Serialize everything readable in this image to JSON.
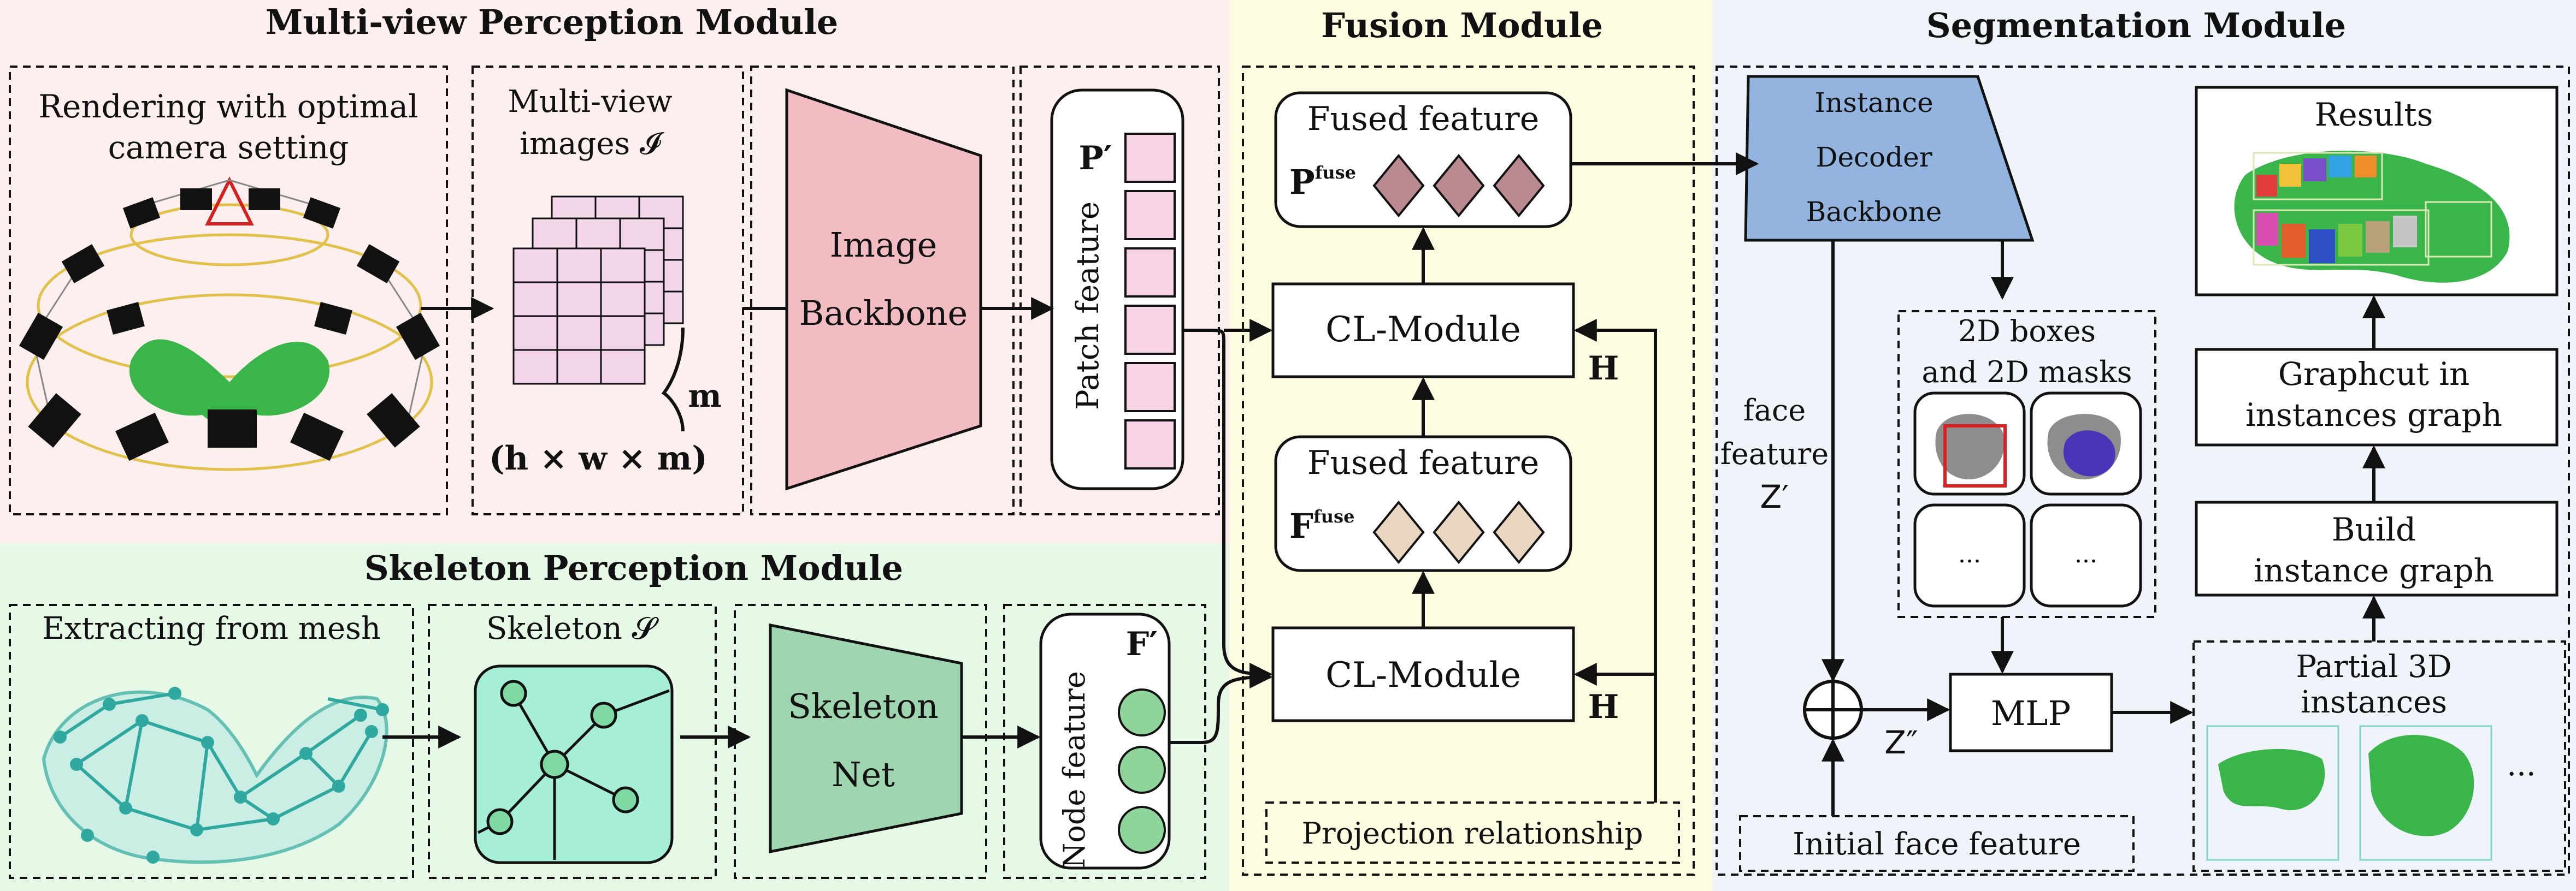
{
  "colors": {
    "multiview_bg": "#fcefee",
    "skeleton_bg": "#e6f8e6",
    "fusion_bg": "#fdfbe0",
    "segmentation_bg": "#eef4f9",
    "image_backbone": "#f2bcc3",
    "patch_cell": "#f7d3e6",
    "skeleton_net": "#9fd6b0",
    "node_circle": "#8fd49a",
    "skeleton_box": "#a6eed6",
    "pfuse_diamond": "#b98a8f",
    "ffuse_diamond": "#e9d6c1",
    "instance_decoder": "#93b4de",
    "mesh_green": "#3ab54a",
    "skeleton_mesh": "#2fa9a0"
  },
  "modules": {
    "multiview": "Multi-view Perception Module",
    "skeleton": "Skeleton Perception Module",
    "fusion": "Fusion Module",
    "segmentation": "Segmentation Module"
  },
  "multiview": {
    "rendering_line1": "Rendering with optimal",
    "rendering_line2": "camera setting",
    "images_line1": "Multi-view",
    "images_line2": "images 𝓘",
    "m_label": "m",
    "dims": "(h × w × m)",
    "image_backbone_line1": "Image",
    "image_backbone_line2": "Backbone",
    "patch_label": "P′",
    "patch_feature": "Patch feature"
  },
  "skeleton": {
    "extract": "Extracting from mesh",
    "skeleton_s": "Skeleton 𝓢",
    "net_line1": "Skeleton",
    "net_line2": "Net",
    "node_label": "F′",
    "node_feature": "Node feature"
  },
  "fusion": {
    "fused_feature_top": "Fused feature",
    "pfuse_base": "P",
    "pfuse_sup": "fuse",
    "cl_module_top": "CL-Module",
    "h_top": "H",
    "fused_feature_bottom": "Fused feature",
    "ffuse_base": "F",
    "ffuse_sup": "fuse",
    "cl_module_bottom": "CL-Module",
    "h_bottom": "H",
    "projection": "Projection relationship"
  },
  "segmentation": {
    "decoder_line1": "Instance",
    "decoder_line2": "Decoder",
    "decoder_line3": "Backbone",
    "face_feature_line1": "face",
    "face_feature_line2": "feature",
    "face_feature_line3": "Z′",
    "boxes_line1": "2D boxes",
    "boxes_line2": "and 2D masks",
    "ellipsis": "...",
    "z_double": "Z″",
    "mlp": "MLP",
    "initial_face": "Initial face feature",
    "results": "Results",
    "graphcut_line1": "Graphcut in",
    "graphcut_line2": "instances graph",
    "build_line1": "Build",
    "build_line2": "instance graph",
    "partial_line1": "Partial 3D",
    "partial_line2": "instances",
    "partial_ellipsis": "..."
  }
}
